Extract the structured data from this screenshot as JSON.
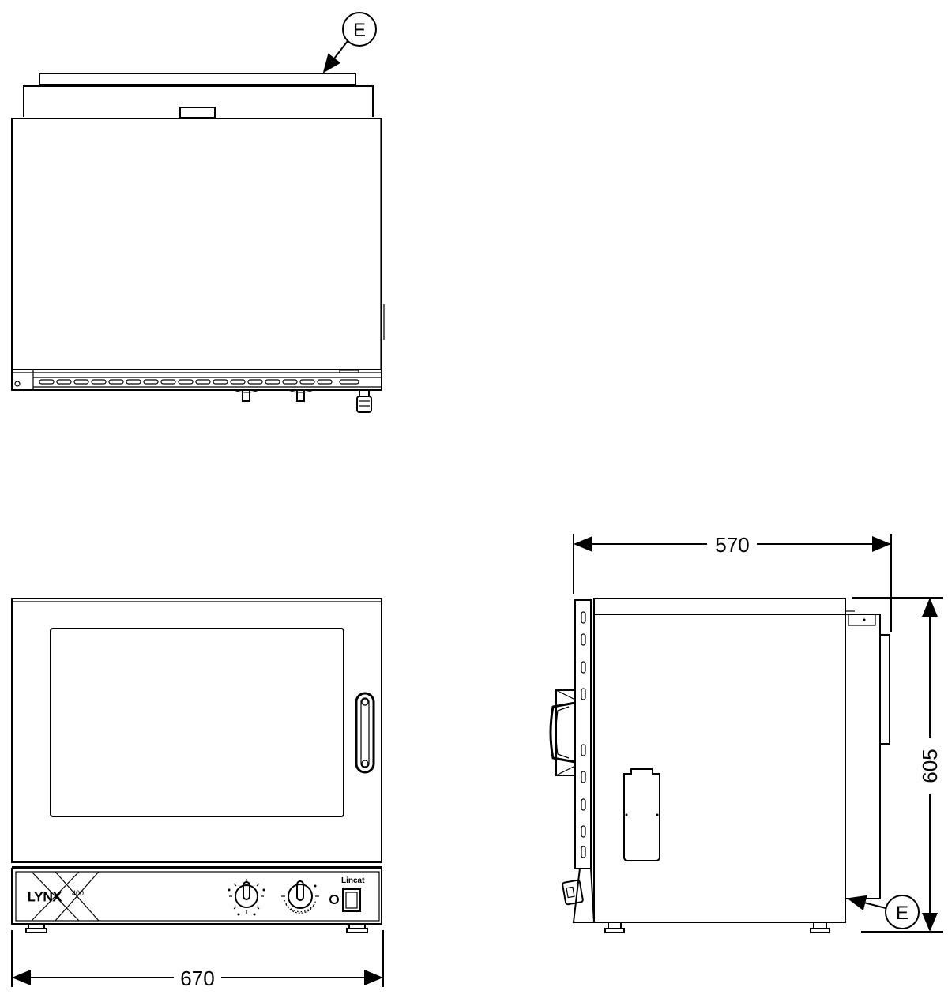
{
  "views": {
    "top": {
      "callout_label": "E"
    },
    "front": {
      "logo_text": "LYNX",
      "logo_suffix": "400",
      "brand_badge": "Lincat",
      "width_dimension": "670"
    },
    "side": {
      "depth_dimension": "570",
      "height_dimension": "605",
      "callout_label": "E"
    }
  }
}
